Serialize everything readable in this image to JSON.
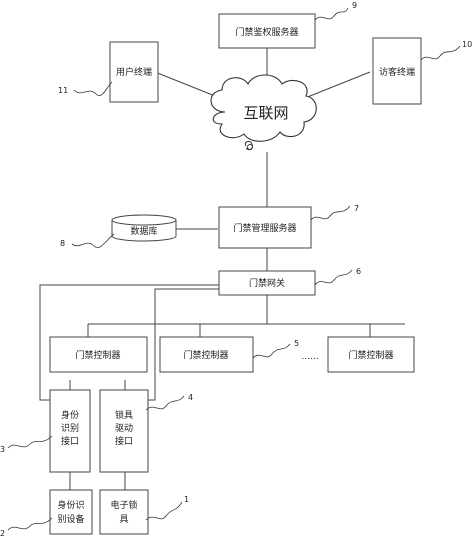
{
  "diagram": {
    "auth_server": "门禁鉴权服务器",
    "user_terminal": "用户终端",
    "visitor_terminal": "访客终端",
    "internet": "互联网",
    "database": "数据库",
    "mgmt_server": "门禁管理服务器",
    "gateway": "门禁网关",
    "controllers": [
      "门禁控制器",
      "门禁控制器",
      "门禁控制器"
    ],
    "ellipsis": "......",
    "id_interface": [
      "身份",
      "识别",
      "接口"
    ],
    "lock_interface": [
      "锁具",
      "驱动",
      "接口"
    ],
    "id_device": [
      "身份识",
      "别设备"
    ],
    "e_lock": [
      "电子锁",
      "具"
    ],
    "callouts": {
      "n9": "9",
      "n10": "10",
      "n11": "11",
      "n8": "8",
      "n7": "7",
      "n6": "6",
      "n5": "5",
      "n4": "4",
      "n3": "3",
      "n2": "2",
      "n1": "1"
    }
  }
}
